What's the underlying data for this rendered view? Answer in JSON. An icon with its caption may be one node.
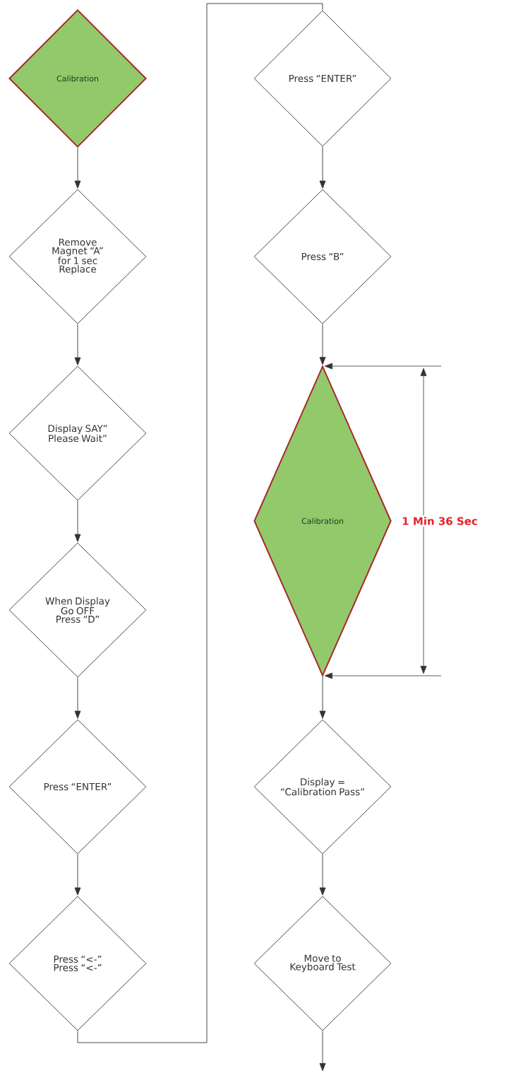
{
  "diagram": {
    "nodes": [
      {
        "text": [
          "Calibration"
        ]
      },
      {
        "text": [
          "Remove Magnet “A” for 1 sec Replace"
        ]
      },
      {
        "text": [
          "Display SAY” Please Wait”"
        ]
      },
      {
        "text": [
          "When Display Go OFF Press “D”"
        ]
      },
      {
        "text": [
          "Press “ENTER”"
        ]
      },
      {
        "text": [
          "Press “<-” Press “<-”"
        ]
      },
      {
        "text": [
          "Press “ENTER”"
        ]
      },
      {
        "text": [
          "Press “B”"
        ]
      },
      {
        "text": [
          "Calibration"
        ],
        "beside": [
          "1 Min 36 Sec"
        ]
      },
      {
        "text": [
          "Display = “Calibration Pass”"
        ]
      },
      {
        "text": [
          "Move to Keyboard Test"
        ]
      }
    ],
    "edges": [
      {
        "from": 0,
        "to": 1,
        "arrow": "to"
      },
      {
        "from": 1,
        "to": 2,
        "arrow": "to"
      },
      {
        "from": 2,
        "to": 3,
        "arrow": "to"
      },
      {
        "from": 3,
        "to": 4,
        "arrow": "to"
      },
      {
        "from": 4,
        "to": 5,
        "arrow": "to"
      },
      {
        "from": 5,
        "to": 6,
        "arrow": "none"
      },
      {
        "from": 6,
        "to": 7,
        "arrow": "to"
      },
      {
        "from": 7,
        "to": 8,
        "arrow": "to"
      },
      {
        "from": 8,
        "to": 9,
        "arrow": "to"
      },
      {
        "from": 9,
        "to": 10,
        "arrow": "to"
      },
      {
        "from": 10,
        "to": null,
        "arrow": "to"
      }
    ]
  }
}
